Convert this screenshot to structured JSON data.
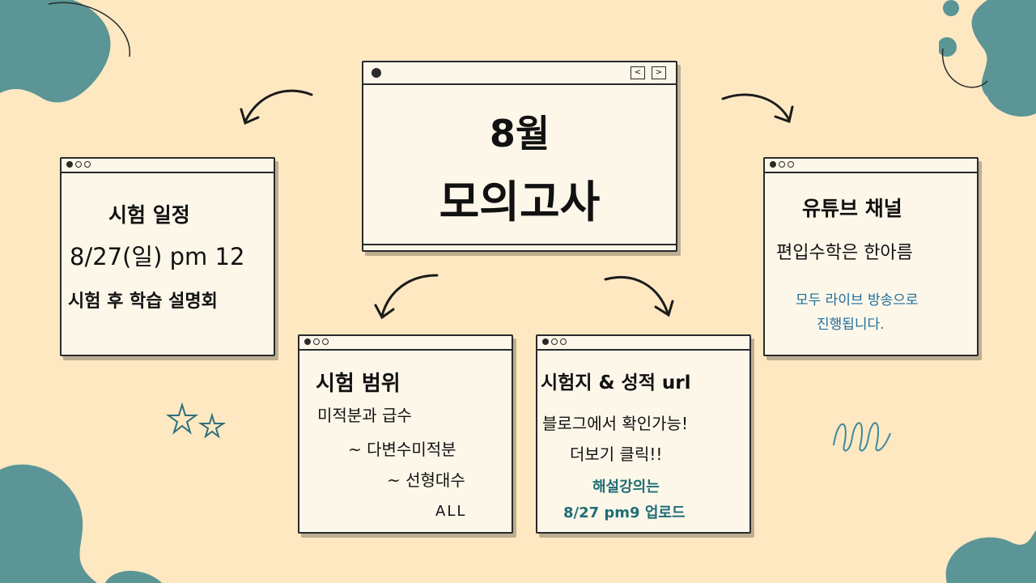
{
  "main": {
    "line1": "8월",
    "line2": "모의고사"
  },
  "schedule": {
    "title": "시험 일정",
    "date": "8/27(일) pm 12",
    "note": "시험 후 학습 설명회"
  },
  "range": {
    "title": "시험 범위",
    "l1": "미적분과 급수",
    "l2": "~ 다변수미적분",
    "l3": "~ 선형대수",
    "l4": "ALL"
  },
  "paper": {
    "title": "시험지 & 성적 url",
    "l1": "블로그에서 확인가능!",
    "l2": "더보기 클릭!!",
    "l3": "해설강의는",
    "l4": "8/27 pm9 업로드"
  },
  "youtube": {
    "title": "유튜브 채널",
    "name": "편입수학은 한아름",
    "l1": "모두 라이브 방송으로",
    "l2": "진행됩니다."
  },
  "colors": {
    "background": "#fde8c2",
    "blob": "#5b9596",
    "teal_text": "#1e6e76",
    "blue_text": "#1d6f9c"
  }
}
